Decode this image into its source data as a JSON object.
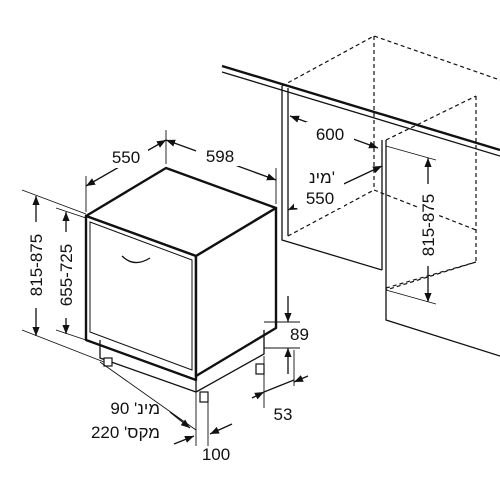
{
  "dimensions": {
    "width_top": "550",
    "width_front": "598",
    "niche_width": "600",
    "niche_min_label": "מינ'",
    "niche_min_value": "550",
    "niche_height": "815-875",
    "unit_height": "815-875",
    "door_height": "655-725",
    "plinth_height": "89",
    "plinth_depth": "53",
    "door_gap_min": "מינ' 90",
    "door_gap_max": "מקס' 220",
    "foot_offset": "100"
  }
}
